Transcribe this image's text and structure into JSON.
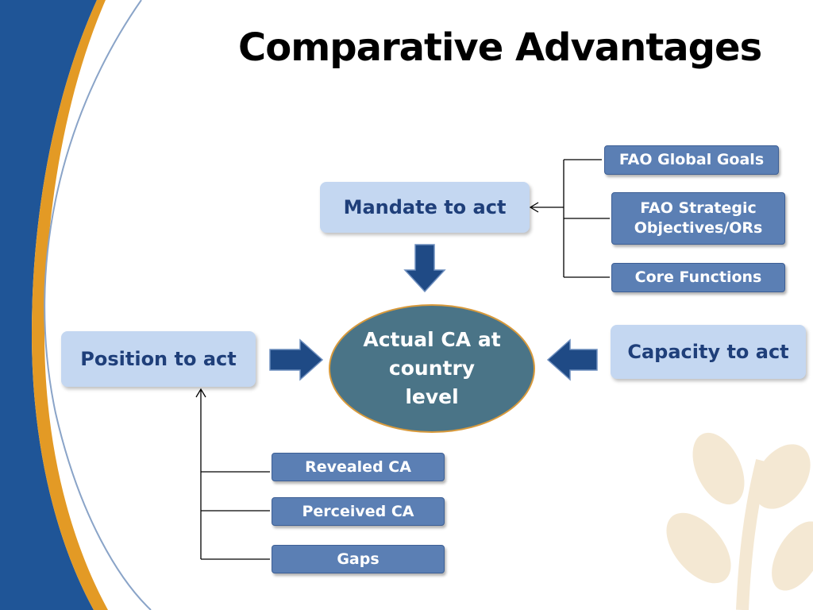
{
  "title": "Comparative Advantages",
  "center": {
    "lines": [
      "Actual CA at",
      "country",
      "level"
    ]
  },
  "mandate": "Mandate to act",
  "position": "Position to act",
  "capacity": "Capacity to act",
  "mandate_sources": [
    "FAO Global Goals",
    "FAO Strategic Objectives/ORs",
    "Core Functions"
  ],
  "position_sources": [
    "Revealed CA",
    "Perceived CA",
    "Gaps"
  ],
  "colors": {
    "left_band": "#1f5597",
    "orange_curve": "#e39a25",
    "light_box": "#c4d7f1",
    "dark_box": "#5b7fb4",
    "ellipse": "#4a7487",
    "arrow": "#1f4a85"
  }
}
